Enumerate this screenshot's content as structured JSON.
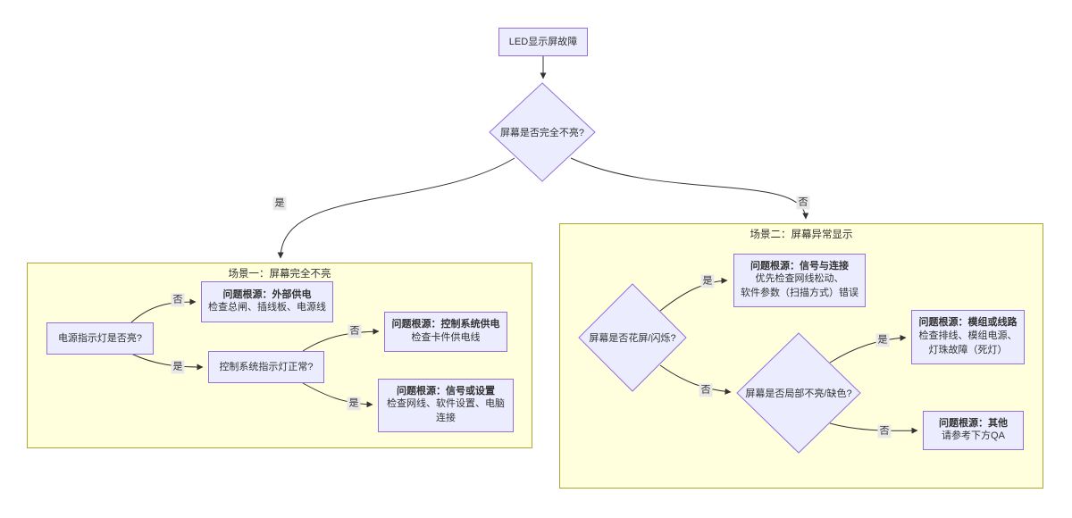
{
  "colors": {
    "node_fill": "#ECECFF",
    "node_border": "#9370DB",
    "cluster_fill": "#FFFFDE",
    "cluster_border": "#AAAA33",
    "edge": "#333333",
    "edge_label_bg": "#E8E8E8",
    "text": "#333333"
  },
  "root": {
    "label": "LED显示屏故障"
  },
  "main_decision": {
    "label": "屏幕是否完全不亮?",
    "yes_label": "是",
    "no_label": "否"
  },
  "scenario1": {
    "title": "场景一：屏幕完全不亮",
    "power_question": "电源指示灯是否亮?",
    "power_no_label": "否",
    "power_yes_label": "是",
    "external_power": {
      "title": "问题根源：外部供电",
      "desc": "检查总闸、插线板、电源线"
    },
    "ctrl_question": "控制系统指示灯正常?",
    "ctrl_no_label": "否",
    "ctrl_yes_label": "是",
    "ctrl_power": {
      "title": "问题根源：控制系统供电",
      "desc": "检查卡件供电线"
    },
    "signal_setting": {
      "title": "问题根源：信号或设置",
      "desc": "检查网线、软件设置、电脑连接"
    }
  },
  "scenario2": {
    "title": "场景二：屏幕异常显示",
    "flicker_question": "屏幕是否花屏/闪烁?",
    "flicker_yes_label": "是",
    "flicker_no_label": "否",
    "signal_connection": {
      "title": "问题根源：信号与连接",
      "desc_line1": "优先检查网线松动、",
      "desc_line2": "软件参数（扫描方式）错误"
    },
    "partial_question": "屏幕是否局部不亮/缺色?",
    "partial_yes_label": "是",
    "partial_no_label": "否",
    "module_circuit": {
      "title": "问题根源：模组或线路",
      "desc_line1": "检查排线、模组电源、",
      "desc_line2": "灯珠故障（死灯）"
    },
    "other": {
      "title": "问题根源：其他",
      "desc": "请参考下方QA"
    }
  }
}
